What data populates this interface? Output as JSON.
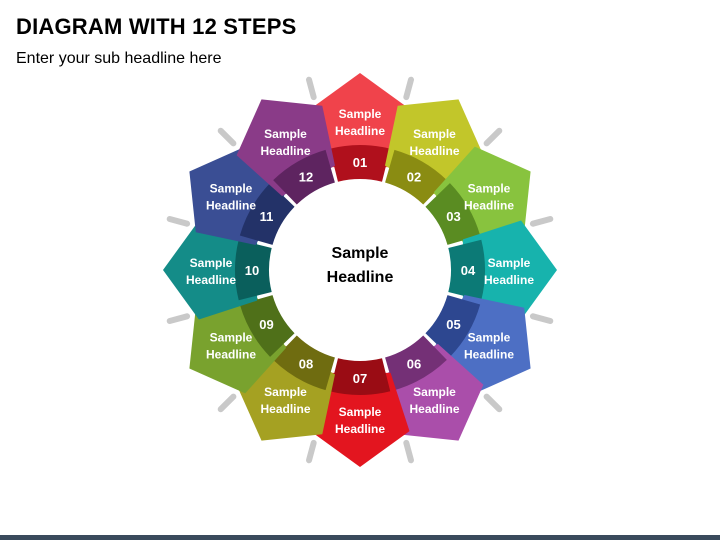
{
  "title": "DIAGRAM WITH 12 STEPS",
  "subtitle": "Enter your sub headline here",
  "center": {
    "line1": "Sample",
    "line2": "Headline"
  },
  "steps": [
    {
      "number": "01",
      "line1": "Sample",
      "line2": "Headline",
      "color": "#f0434b",
      "dark": "#b0101c"
    },
    {
      "number": "02",
      "line1": "Sample",
      "line2": "Headline",
      "color": "#c2c62a",
      "dark": "#8a8c12"
    },
    {
      "number": "03",
      "line1": "Sample",
      "line2": "Headline",
      "color": "#88c33e",
      "dark": "#5a8c22"
    },
    {
      "number": "04",
      "line1": "Sample",
      "line2": "Headline",
      "color": "#17b3ad",
      "dark": "#0c7a76"
    },
    {
      "number": "05",
      "line1": "Sample",
      "line2": "Headline",
      "color": "#4d6fc4",
      "dark": "#2d4790"
    },
    {
      "number": "06",
      "line1": "Sample",
      "line2": "Headline",
      "color": "#aa4eaa",
      "dark": "#743076"
    },
    {
      "number": "07",
      "line1": "Sample",
      "line2": "Headline",
      "color": "#e3151f",
      "dark": "#9a0c14"
    },
    {
      "number": "08",
      "line1": "Sample",
      "line2": "Headline",
      "color": "#a5a122",
      "dark": "#6f6c10"
    },
    {
      "number": "09",
      "line1": "Sample",
      "line2": "Headline",
      "color": "#79a22e",
      "dark": "#4f7019"
    },
    {
      "number": "10",
      "line1": "Sample",
      "line2": "Headline",
      "color": "#148c88",
      "dark": "#0a5f5c"
    },
    {
      "number": "11",
      "line1": "Sample",
      "line2": "Headline",
      "color": "#3a4e94",
      "dark": "#233268"
    },
    {
      "number": "12",
      "line1": "Sample",
      "line2": "Headline",
      "color": "#8a3b88",
      "dark": "#5e2460"
    }
  ]
}
